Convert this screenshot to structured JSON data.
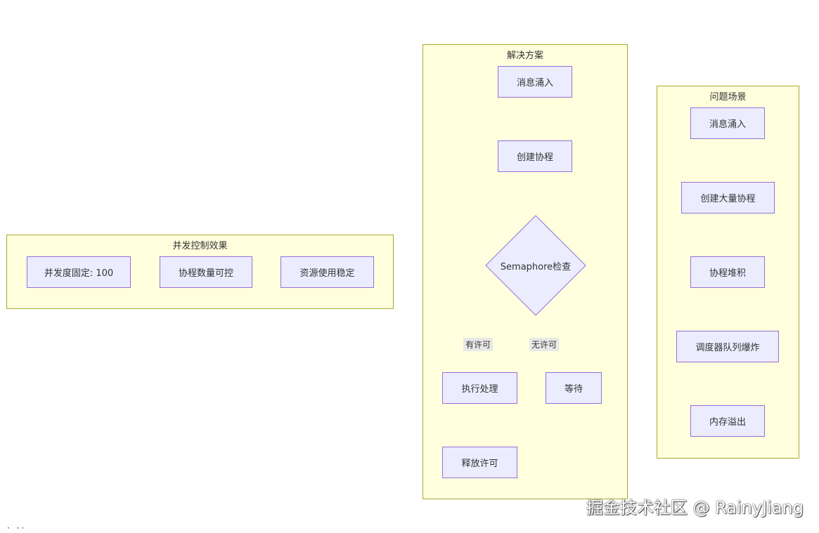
{
  "clusters": {
    "concurrency": {
      "title": "并发控制效果",
      "nodes": [
        "并发度固定: 100",
        "协程数量可控",
        "资源使用稳定"
      ]
    },
    "solution": {
      "title": "解决方案",
      "nodes": {
        "msg": "消息涌入",
        "create": "创建协程",
        "check": "Semaphore检查",
        "exec": "执行处理",
        "wait": "等待",
        "release": "释放许可"
      },
      "edge_labels": {
        "has_permit": "有许可",
        "no_permit": "无许可"
      }
    },
    "problem": {
      "title": "问题场景",
      "nodes": [
        "消息涌入",
        "创建大量协程",
        "协程堆积",
        "调度器队列爆炸",
        "内存溢出"
      ]
    }
  },
  "watermark": "掘金技术社区 @ RainyJiang",
  "stray_text": "·  ··",
  "colors": {
    "cluster_fill": "#ffffde",
    "cluster_border": "#aaaa33",
    "node_fill": "#ececff",
    "node_border": "#9370db",
    "edge": "#333333"
  }
}
